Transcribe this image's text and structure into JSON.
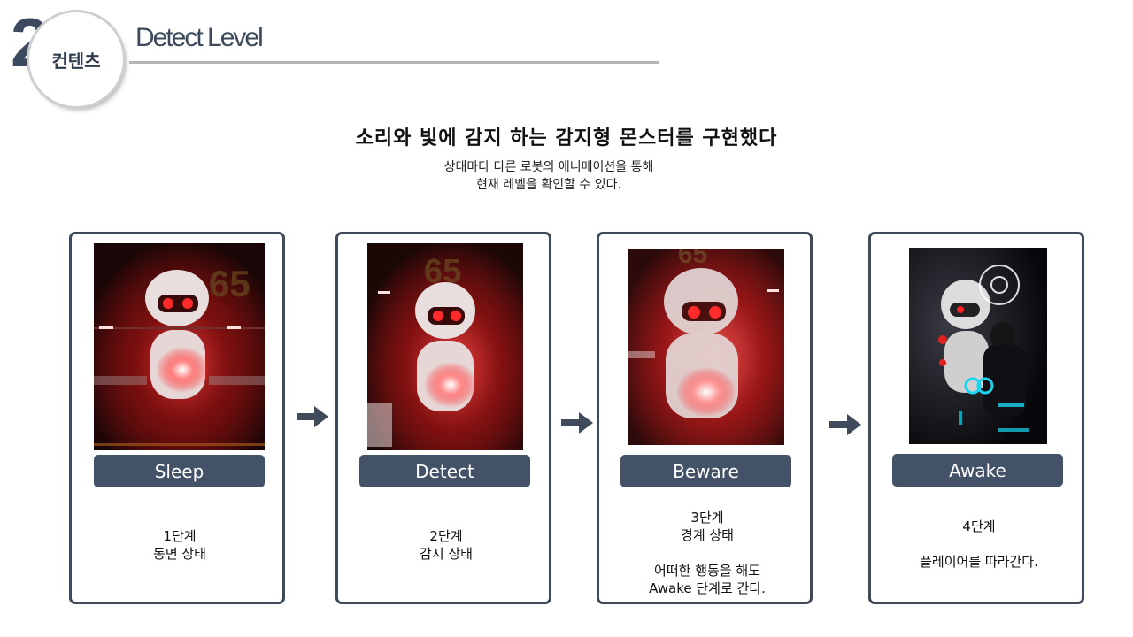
{
  "header": {
    "section_number": "2",
    "section_label": "컨텐츠",
    "title": "Detect Level"
  },
  "headline": "소리와 빛에 감지 하는 감지형 몬스터를 구현했다",
  "description": {
    "line1": "상태마다 다른 로봇의 애니메이션을 통해",
    "line2": "현재 레벨을 확인할 수 있다."
  },
  "colors": {
    "accent": "#435266",
    "border": "#3f4a5a",
    "glow": "#ff2a2a",
    "cyan": "#19d5f0"
  },
  "stages": [
    {
      "name": "Sleep",
      "lines": [
        "1단계",
        "동면 상태"
      ]
    },
    {
      "name": "Detect",
      "lines": [
        "2단계",
        "감지 상태"
      ]
    },
    {
      "name": "Beware",
      "lines": [
        "3단계",
        "경계 상태",
        "",
        "어떠한 행동을 해도",
        "Awake 단계로 간다."
      ]
    },
    {
      "name": "Awake",
      "lines": [
        "4단계",
        "",
        "플레이어를 따라간다."
      ]
    }
  ],
  "icons": {
    "arrow": "arrow-right-icon",
    "screenshot": "robot-screenshot"
  }
}
